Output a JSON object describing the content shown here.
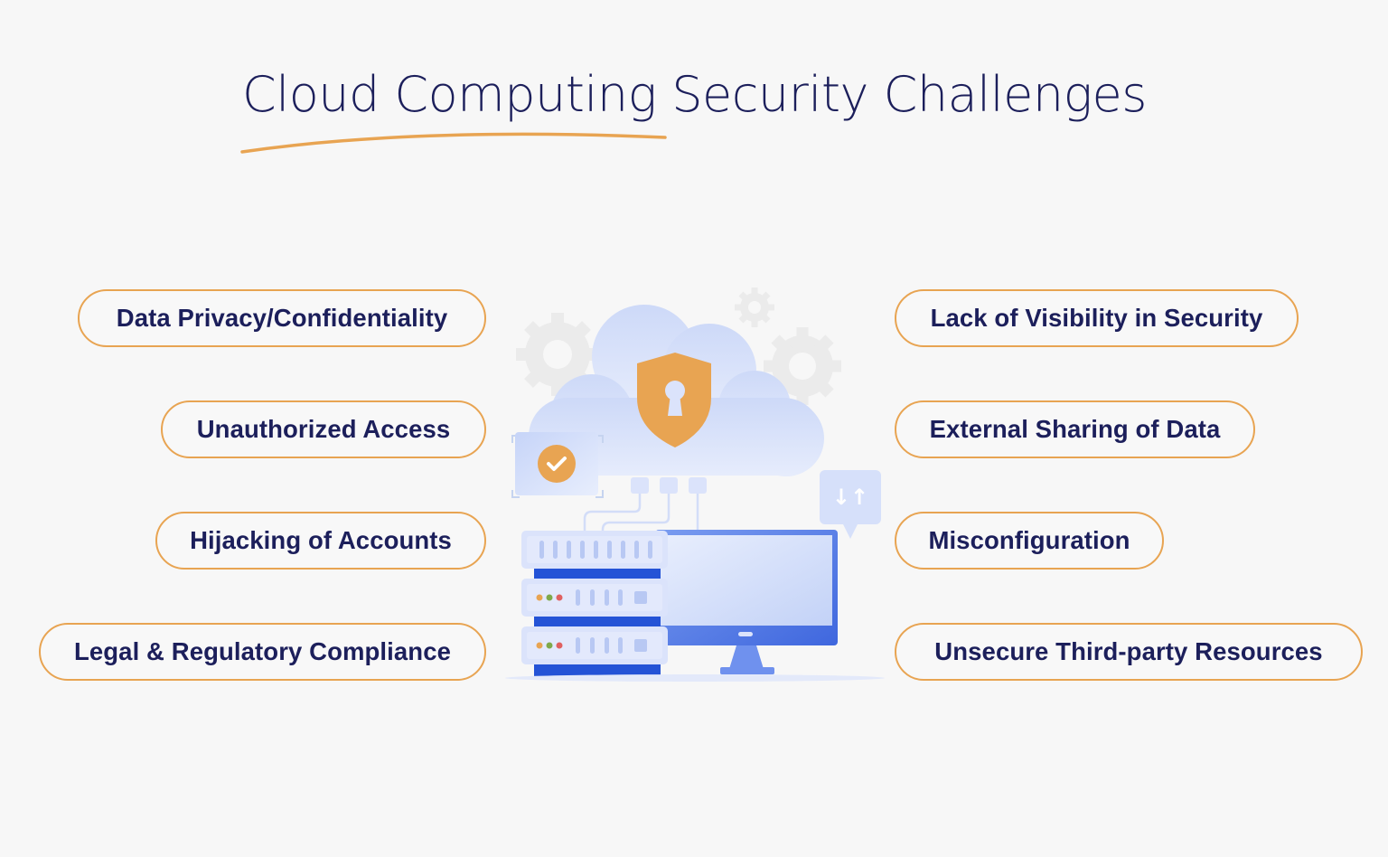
{
  "title": "Cloud Computing Security Challenges",
  "colors": {
    "background": "#f7f7f7",
    "title_text": "#1c1f5b",
    "accent_orange": "#e8a452",
    "pill_text": "#1c1f5b",
    "illustration_blue": "#3b63dc",
    "illustration_light_blue": "#d6e0fa"
  },
  "left_challenges": [
    {
      "label": "Data Privacy/Confidentiality"
    },
    {
      "label": "Unauthorized Access"
    },
    {
      "label": "Hijacking of Accounts"
    },
    {
      "label": "Legal & Regulatory Compliance"
    }
  ],
  "right_challenges": [
    {
      "label": "Lack of Visibility in Security"
    },
    {
      "label": "External Sharing of Data"
    },
    {
      "label": "Misconfiguration"
    },
    {
      "label": "Unsecure Third-party Resources"
    }
  ],
  "illustration": {
    "icons": [
      "cloud-icon",
      "shield-keyhole-icon",
      "checkmark-badge-icon",
      "data-transfer-arrows-icon",
      "server-rack-icon",
      "monitor-icon",
      "gear-icon"
    ],
    "transfer_arrows": "↓↑"
  }
}
